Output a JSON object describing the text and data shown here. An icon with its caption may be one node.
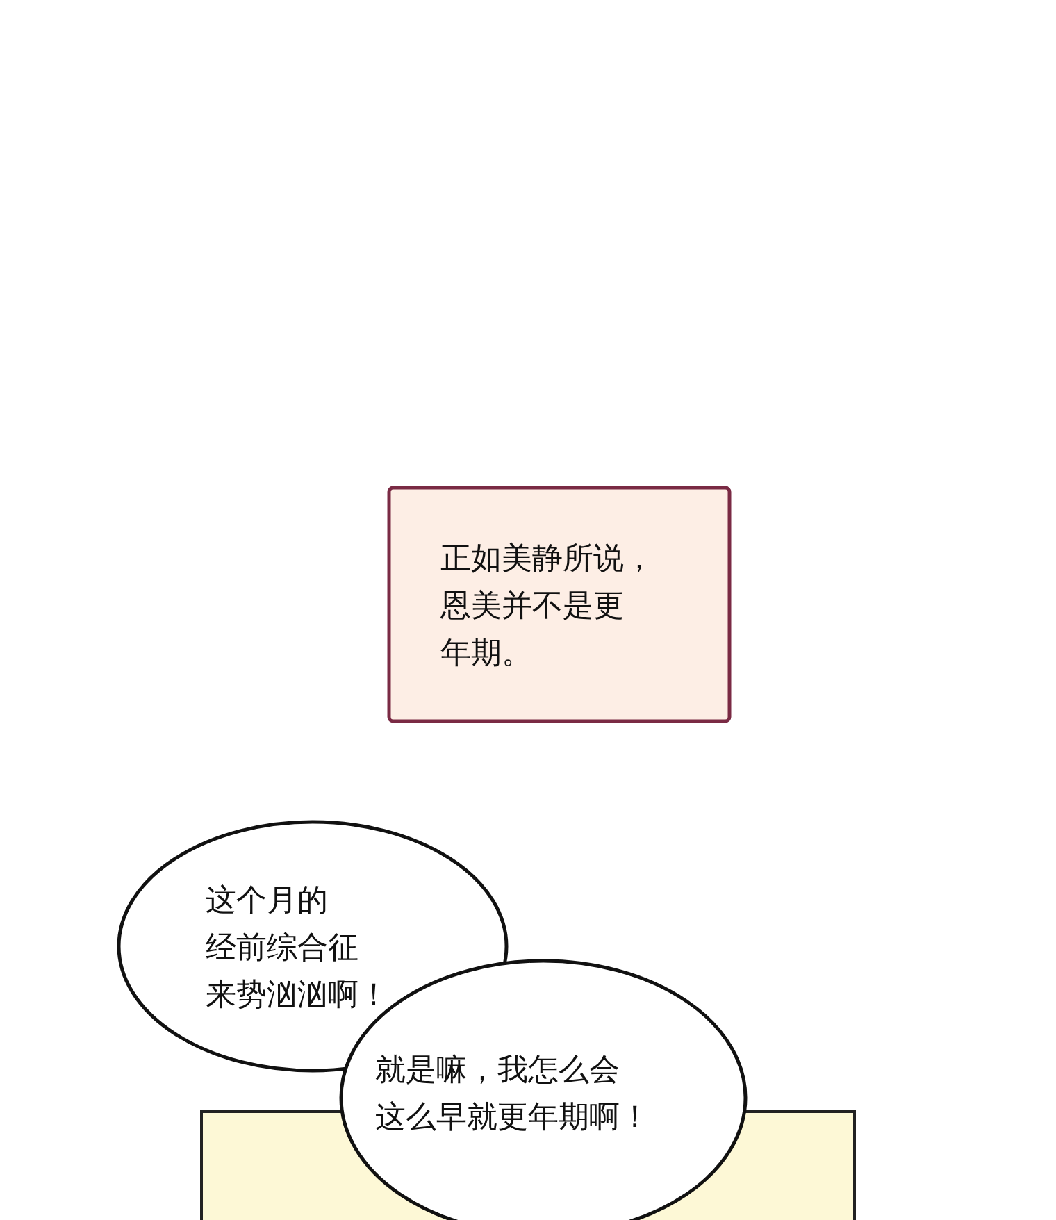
{
  "diagram": {
    "nodes": [
      {
        "text": [
          "正如美静所说，恩美并不是更年期。"
        ]
      },
      {
        "text": [
          "这个月的经前综合征来势汹汹啊！"
        ]
      },
      {
        "text": [
          "就是嘛，我怎么会这么早就更年期啊！"
        ]
      }
    ]
  }
}
